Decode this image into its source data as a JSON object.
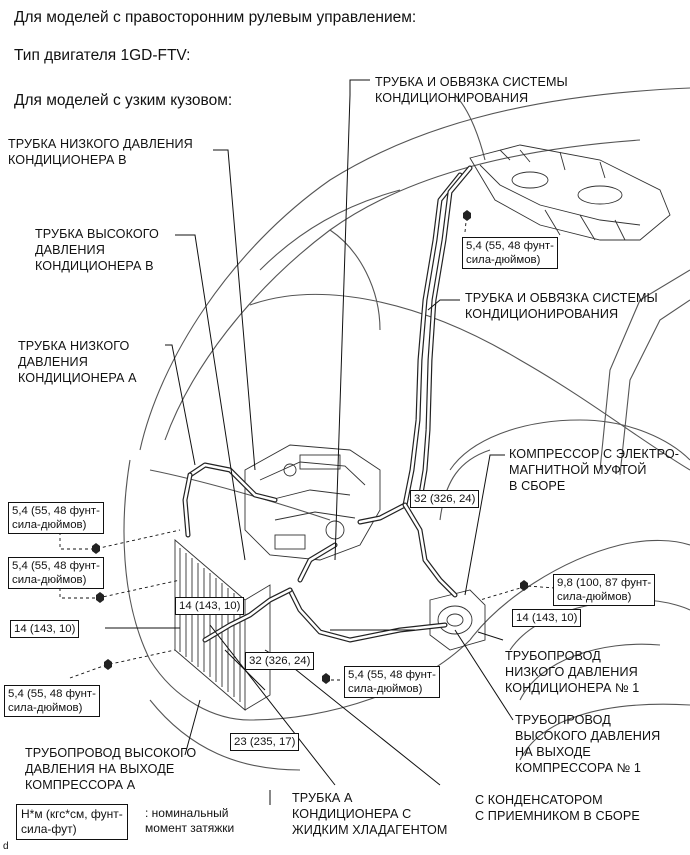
{
  "headers": [
    "Для моделей с правосторонним рулевым управлением:",
    "Тип двигателя 1GD-FTV:",
    "Для моделей с узким кузовом:"
  ],
  "labels": {
    "ac_tube_top": "ТРУБКА И ОБВЯЗКА СИСТЕМЫ\nКОНДИЦИОНИРОВАНИЯ",
    "low_pressure_b": "ТРУБКА НИЗКОГО ДАВЛЕНИЯ\nКОНДИЦИОНЕРА В",
    "high_pressure_b": "ТРУБКА ВЫСОКОГО\nДАВЛЕНИЯ\nКОНДИЦИОНЕРА В",
    "ac_tube_mid": "ТРУБКА И ОБВЯЗКА СИСТЕМЫ\nКОНДИЦИОНИРОВАНИЯ",
    "low_pressure_a": "ТРУБКА НИЗКОГО\nДАВЛЕНИЯ\nКОНДИЦИОНЕРА А",
    "compressor_clutch": "КОМПРЕССОР С ЭЛЕКТРО-\nМАГНИТНОЙ МУФТОЙ\nВ СБОРЕ",
    "low_pipeline_1": "ТРУБОПРОВОД\nНИЗКОГО ДАВЛЕНИЯ\nКОНДИЦИОНЕРА № 1",
    "high_pipeline_1": "ТРУБОПРОВОД\nВЫСОКОГО ДАВЛЕНИЯ\nНА ВЫХОДЕ\nКОМПРЕССОРА № 1",
    "high_pipeline_a": "ТРУБОПРОВОД ВЫСОКОГО\nДАВЛЕНИЯ НА ВЫХОДЕ\nКОМПРЕССОРА А",
    "liquid_tube_a": "ТРУБКА А\nКОНДИЦИОНЕРА С\nЖИДКИМ ХЛАДАГЕНТОМ",
    "condenser": "С КОНДЕНСАТОРОМ\nС ПРИЕМНИКОМ В СБОРЕ"
  },
  "torques": {
    "t_top": "5,4 (55, 48 фунт-\nсила-дюймов)",
    "t_left1": "5,4 (55, 48 фунт-\nсила-дюймов)",
    "t_left2": "5,4 (55, 48 фунт-\nсила-дюймов)",
    "t_14_left": "14 (143, 10)",
    "t_14_mid": "14 (143, 10)",
    "t_left3": "5,4 (55, 48 фунт-\nсила-дюймов)",
    "t_32_mid": "32 (326, 24)",
    "t_32_center": "32 (326, 24)",
    "t_center_54": "5,4 (55, 48 фунт-\nсила-дюймов)",
    "t_23": "23 (235, 17)",
    "t_98": "9,8 (100, 87 фунт-\nсила-дюймов)",
    "t_14_right": "14 (143, 10)"
  },
  "legend": {
    "unit_box": "Н*м (кгс*см, фунт-\nсила-фут)",
    "description": ": номинальный\nмомент затяжки"
  },
  "corner_mark": "d",
  "icons": [
    "bolt-icon"
  ]
}
